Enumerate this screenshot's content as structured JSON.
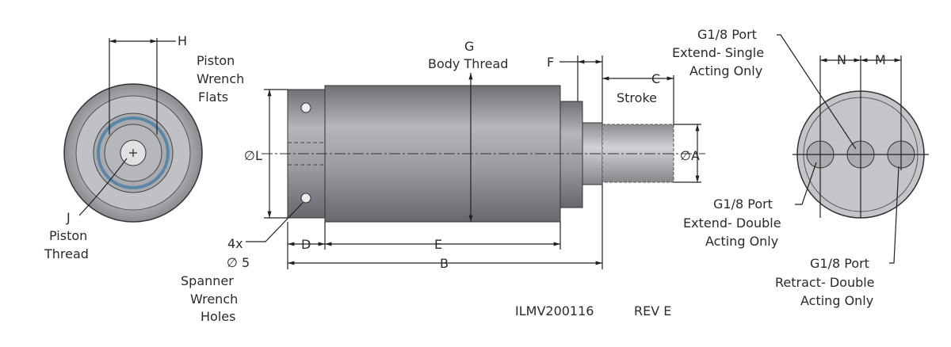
{
  "end_view_left": {
    "h_label": "H",
    "h_desc": [
      "Piston",
      "Wrench",
      "Flats"
    ],
    "j_label": "J",
    "j_desc": [
      "Piston",
      "Thread"
    ]
  },
  "side_view": {
    "g_label": "G",
    "g_desc": "Body Thread",
    "f_label": "F",
    "c_label": "C",
    "c_desc": "Stroke",
    "l_label": "∅L",
    "a_label": "∅A",
    "holes_desc": [
      "4x",
      "∅ 5",
      "Spanner",
      "Wrench",
      "Holes"
    ],
    "d_label": "D",
    "e_label": "E",
    "b_label": "B"
  },
  "end_view_right": {
    "n_label": "N",
    "m_label": "M",
    "port_single": [
      "G1/8 Port",
      "Extend- Single",
      "Acting Only"
    ],
    "port_extend_double": [
      "G1/8 Port",
      "Extend- Double",
      "Acting Only"
    ],
    "port_retract_double": [
      "G1/8 Port",
      "Retract- Double",
      "Acting Only"
    ]
  },
  "title_block": {
    "drawing_number": "ILMV200116",
    "revision": "REV E"
  },
  "colors": {
    "body": "#8f9196",
    "body_light": "#b9bbbf",
    "line": "#222222"
  }
}
